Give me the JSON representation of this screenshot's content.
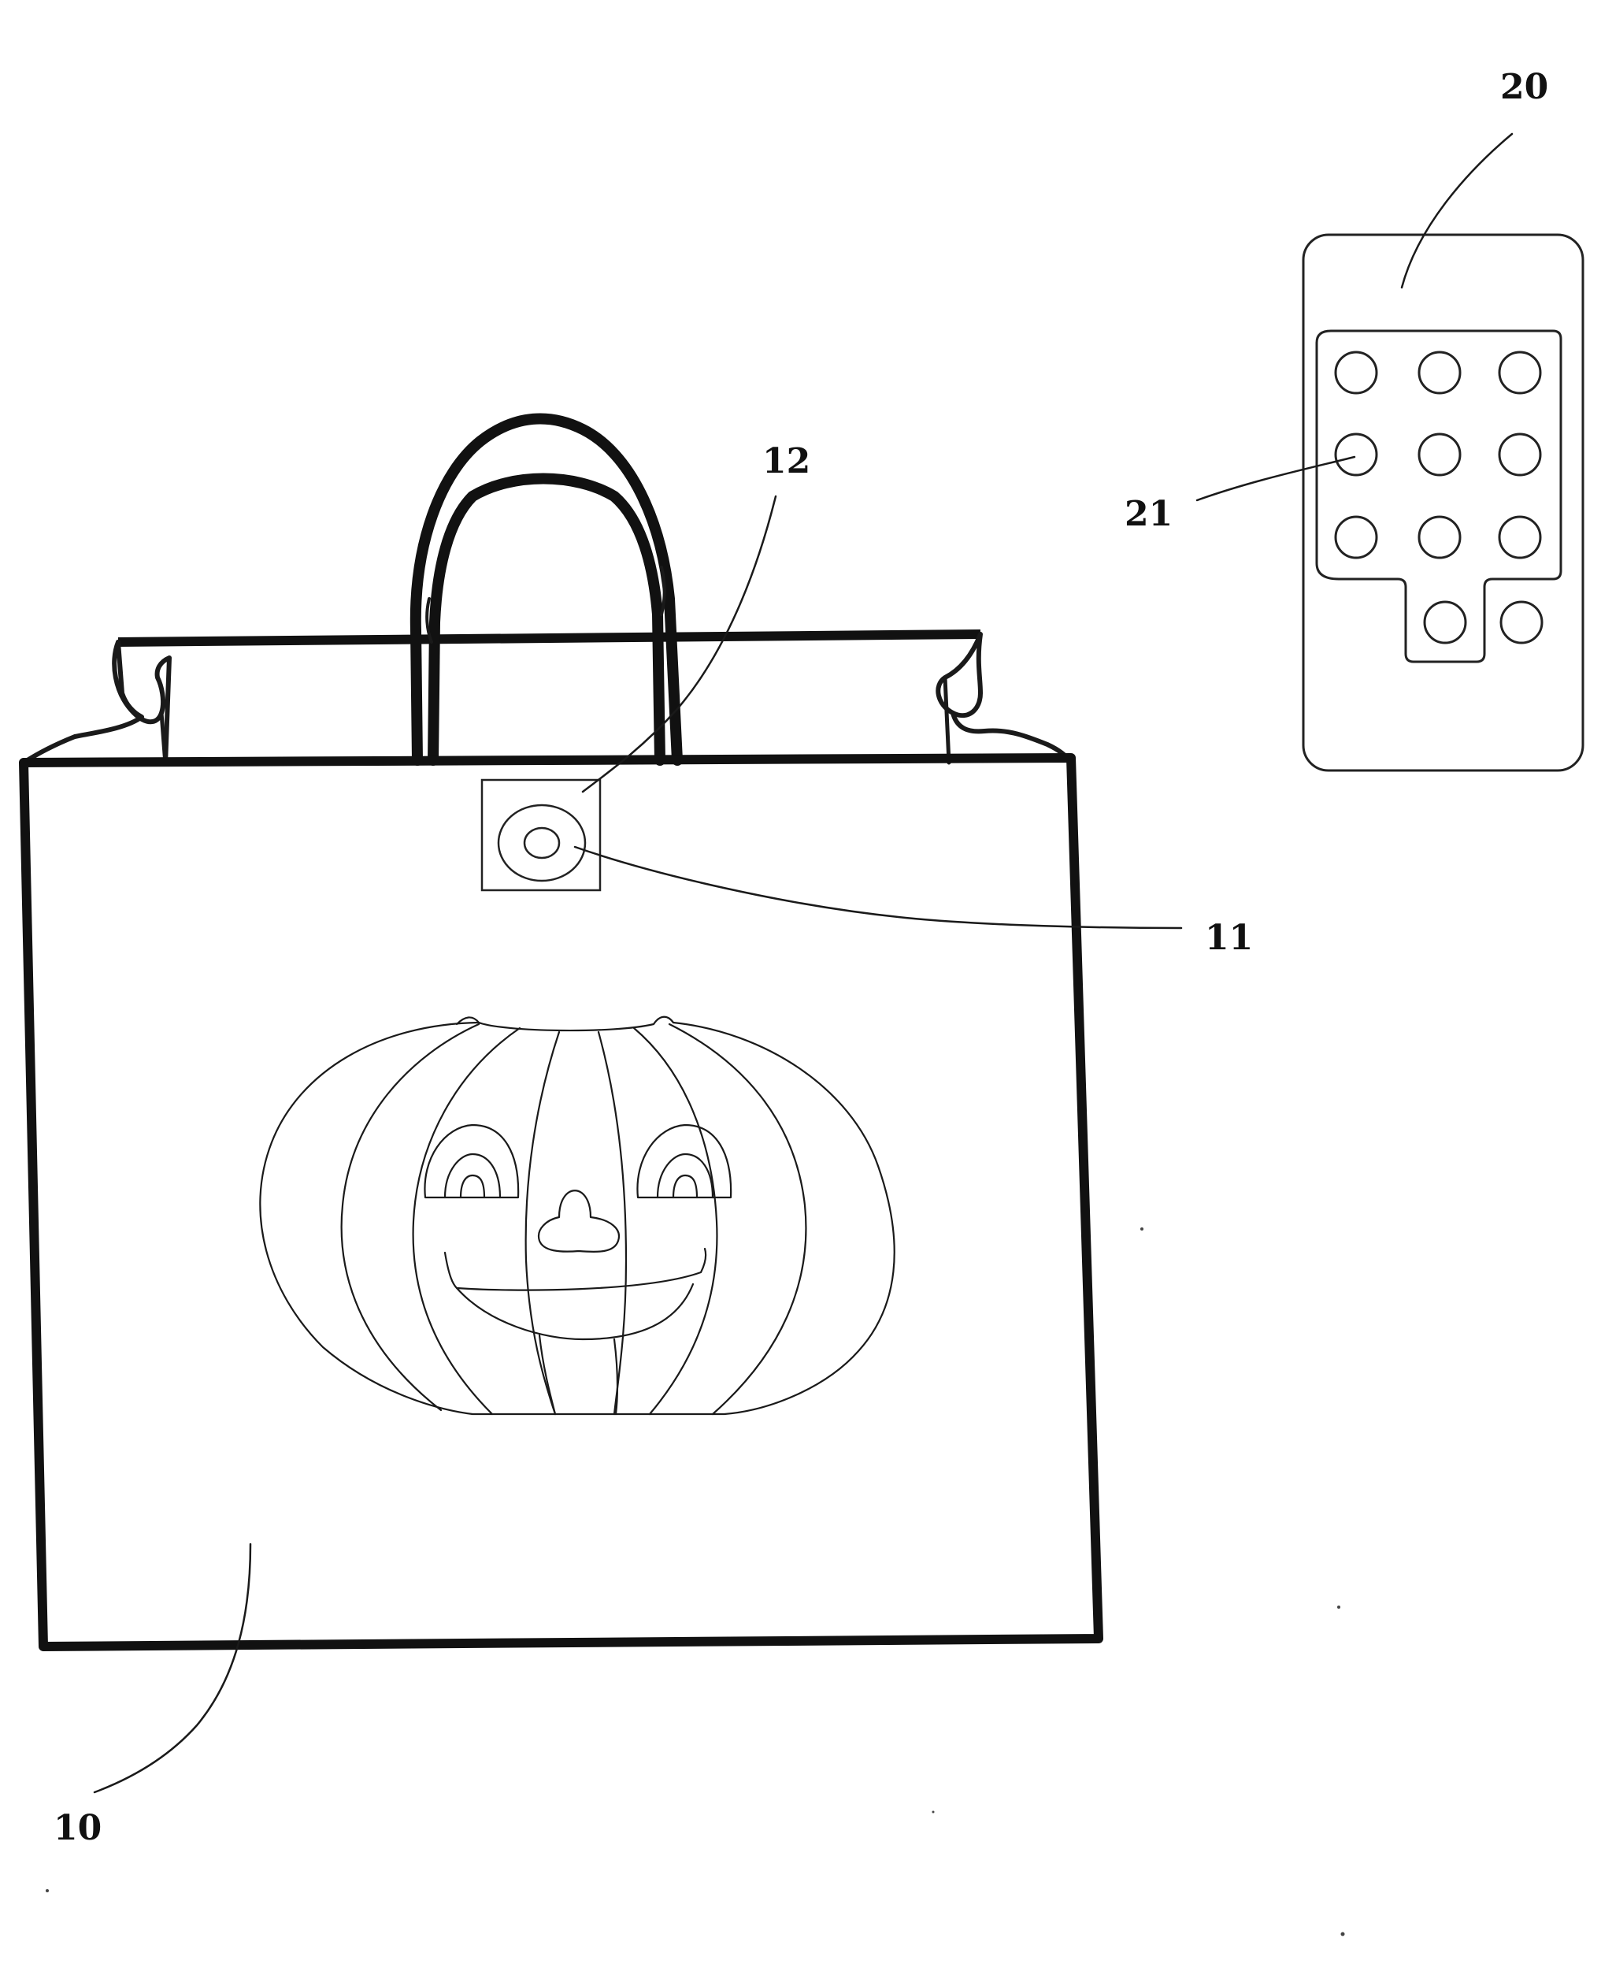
{
  "figure": {
    "labels": {
      "bag": "10",
      "sensor": "11",
      "sensor_housing": "12",
      "remote": "20",
      "buttons": "21"
    }
  }
}
